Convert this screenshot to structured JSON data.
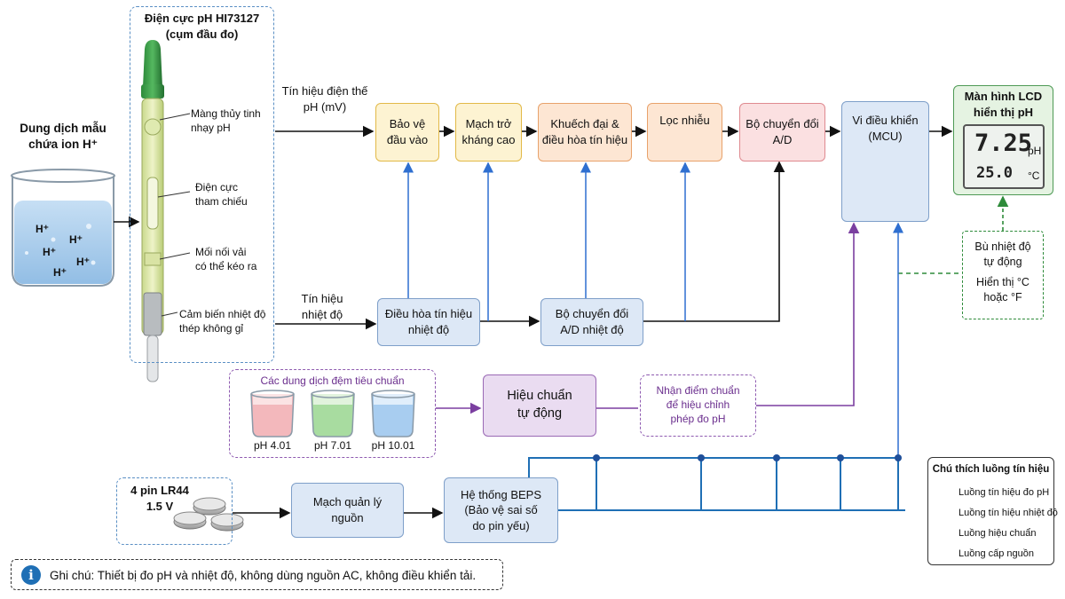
{
  "sample": {
    "line1": "Dung dịch mẫu",
    "line2": "chứa ion H⁺",
    "ion": "H⁺"
  },
  "electrode": {
    "title1": "Điện cực pH HI73127",
    "title2": "(cụm đầu đo)",
    "label_glass1": "Màng thủy tinh",
    "label_glass2": "nhạy pH",
    "label_ref1": "Điện cực",
    "label_ref2": "tham chiếu",
    "label_junction1": "Mối nối vải",
    "label_junction2": "có thể kéo ra",
    "label_temp1": "Cảm biến nhiệt độ",
    "label_temp2": "thép không gỉ"
  },
  "signals": {
    "ph1": "Tín hiệu điện thế",
    "ph2": "pH (mV)",
    "temp1": "Tín hiệu",
    "temp2": "nhiệt độ"
  },
  "blocks": {
    "protect1": "Bảo vệ",
    "protect2": "đầu vào",
    "hiz1": "Mạch trở",
    "hiz2": "kháng cao",
    "amp1": "Khuếch đại &",
    "amp2": "điều hòa tín hiệu",
    "filter": "Lọc nhiễu",
    "adc1": "Bộ chuyển đổi",
    "adc2": "A/D",
    "mcu1": "Vi điều khiển",
    "mcu2": "(MCU)",
    "tcond1": "Điều hòa tín hiệu",
    "tcond2": "nhiệt độ",
    "tadc1": "Bộ chuyển đổi",
    "tadc2": "A/D nhiệt độ"
  },
  "lcd": {
    "title1": "Màn hình LCD",
    "title2": "hiển thị pH",
    "ph_value": "7.25",
    "ph_unit": "pH",
    "temp_value": "25.0",
    "temp_unit": "°C"
  },
  "atc": {
    "line1": "Bù nhiệt độ",
    "line2": "tự động",
    "line3": "Hiển thị °C",
    "line4": "hoặc °F"
  },
  "calibration": {
    "buffers_title": "Các dung dịch đệm tiêu chuẩn",
    "buffers": [
      "pH 4.01",
      "pH 7.01",
      "pH 10.01"
    ],
    "auto1": "Hiệu chuẩn",
    "auto2": "tự động",
    "recv1": "Nhận điểm chuẩn",
    "recv2": "để hiệu chỉnh",
    "recv3": "phép đo pH"
  },
  "power": {
    "battery1": "4 pin LR44",
    "battery2": "1.5 V",
    "pm1": "Mạch quản lý",
    "pm2": "nguồn",
    "beps1": "Hệ thống BEPS",
    "beps2": "(Bảo vệ sai số",
    "beps3": "do pin yếu)"
  },
  "legend": {
    "title": "Chú thích luồng tín hiệu",
    "items": [
      "Luồng tín hiệu đo pH",
      "Luồng tín hiệu nhiệt độ",
      "Luồng hiệu chuẩn",
      "Luồng cấp nguồn"
    ]
  },
  "note": {
    "icon": "info-icon",
    "text": "Ghi chú: Thiết bị đo pH và nhiệt độ, không dùng nguồn AC, không điều khiển tải."
  },
  "colors": {
    "ph_flow": "#111111",
    "temp_flow": "#2f6fd0",
    "cal_flow": "#7b3fa0",
    "power_flow": "#1f6fb5"
  }
}
